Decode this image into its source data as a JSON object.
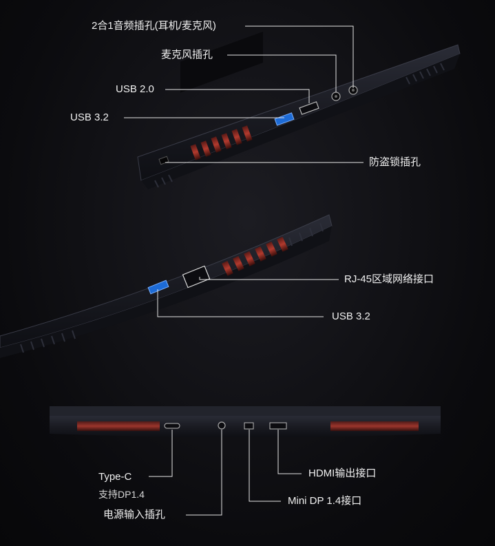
{
  "panel1": {
    "audio_combo": "2合1音频插孔(耳机/麦克风)",
    "mic_jack": "麦克风插孔",
    "usb20": "USB 2.0",
    "usb32": "USB 3.2",
    "lock_slot": "防盗锁插孔"
  },
  "panel2": {
    "rj45": "RJ-45区域网络接口",
    "usb32": "USB 3.2"
  },
  "panel3": {
    "typec": "Type-C",
    "typec_sub": "支持DP1.4",
    "power": "电源输入插孔",
    "hdmi": "HDMI输出接口",
    "minidp": "Mini DP 1.4接口"
  },
  "colors": {
    "background": "#0b0b0e",
    "vent_accent": "#c0392b",
    "line": "#e6e6e6"
  }
}
